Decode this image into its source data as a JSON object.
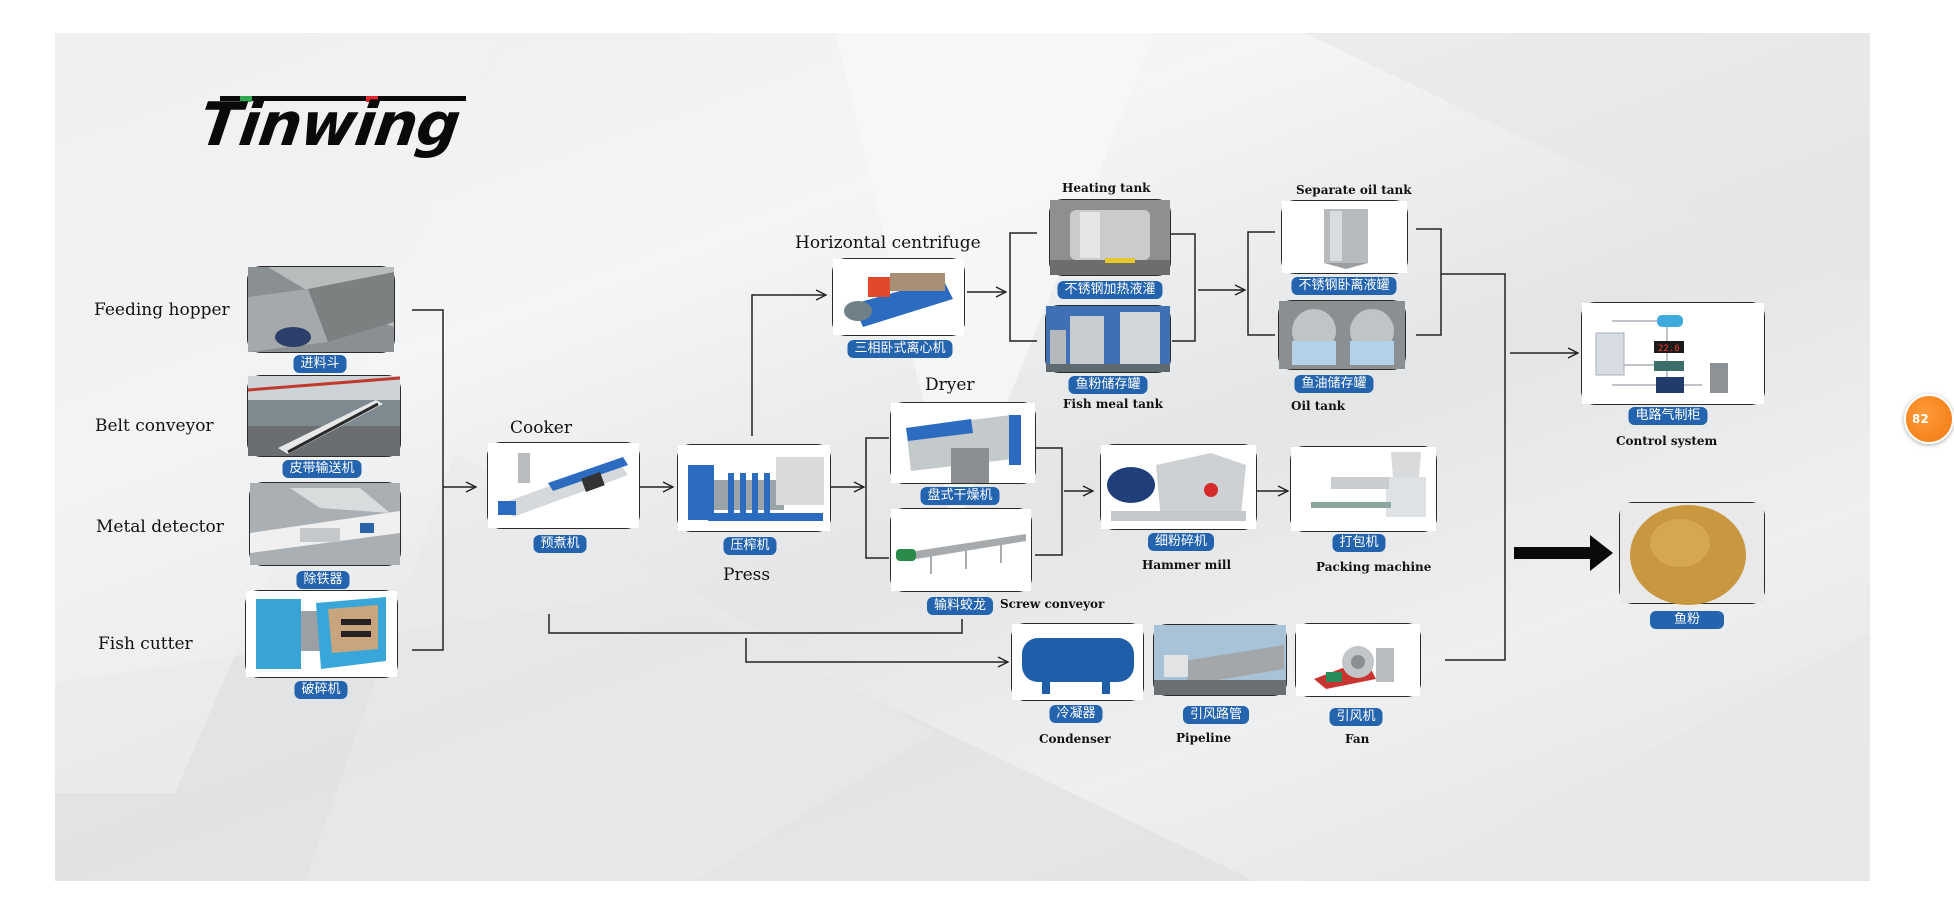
{
  "brand": {
    "logo_text": "Tinwing",
    "accent_green": "#2fa84f",
    "accent_red": "#e0262b",
    "badge_color": "#2463ae"
  },
  "equipment": {
    "feeding_hopper": {
      "en": "Feeding hopper",
      "zh": "进料斗"
    },
    "belt_conveyor": {
      "en": "Belt conveyor",
      "zh": "皮带输送机"
    },
    "metal_detector": {
      "en": "Metal detector",
      "zh": "除铁器"
    },
    "fish_cutter": {
      "en": "Fish cutter",
      "zh": "破碎机"
    },
    "cooker": {
      "en": "Cooker",
      "zh": "预煮机"
    },
    "press": {
      "en": "Press",
      "zh": "压榨机"
    },
    "centrifuge": {
      "en": "Horizontal centrifuge",
      "zh": "三相卧式离心机"
    },
    "heating_tank": {
      "en": "Heating tank",
      "zh": "不锈钢加热液灌"
    },
    "fish_meal_tank": {
      "en": "Fish meal tank",
      "zh": "鱼粉储存罐"
    },
    "separate_oil_tank": {
      "en": "Separate oil tank",
      "zh": "不锈钢卧离液罐"
    },
    "oil_tank": {
      "en": "Oil tank",
      "zh": "鱼油储存罐"
    },
    "dryer": {
      "en": "Dryer",
      "zh": "盘式干燥机"
    },
    "screw_conveyor": {
      "en": "Screw conveyor",
      "zh": "输料蛟龙"
    },
    "hammer_mill": {
      "en": "Hammer mill",
      "zh": "细粉碎机"
    },
    "packing_machine": {
      "en": "Packing machine",
      "zh": "打包机"
    },
    "condenser": {
      "en": "Condenser",
      "zh": "冷凝器"
    },
    "pipeline": {
      "en": "Pipeline",
      "zh": "引风路管"
    },
    "fan": {
      "en": "Fan",
      "zh": "引风机"
    },
    "control_system": {
      "en": "Control system",
      "zh": "电路气制柜"
    },
    "fish_meal": {
      "zh": "鱼粉"
    }
  },
  "control_panel_readout": "22.6",
  "floating_badge": {
    "value": "82"
  }
}
